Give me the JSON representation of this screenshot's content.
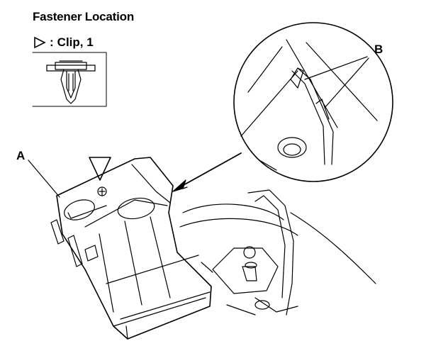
{
  "header": {
    "title": "Fastener Location"
  },
  "legend": {
    "separator": ":",
    "label": "Clip, 1"
  },
  "callouts": {
    "a": "A",
    "b": "B"
  },
  "colors": {
    "ink": "#000000",
    "paper": "#ffffff"
  }
}
